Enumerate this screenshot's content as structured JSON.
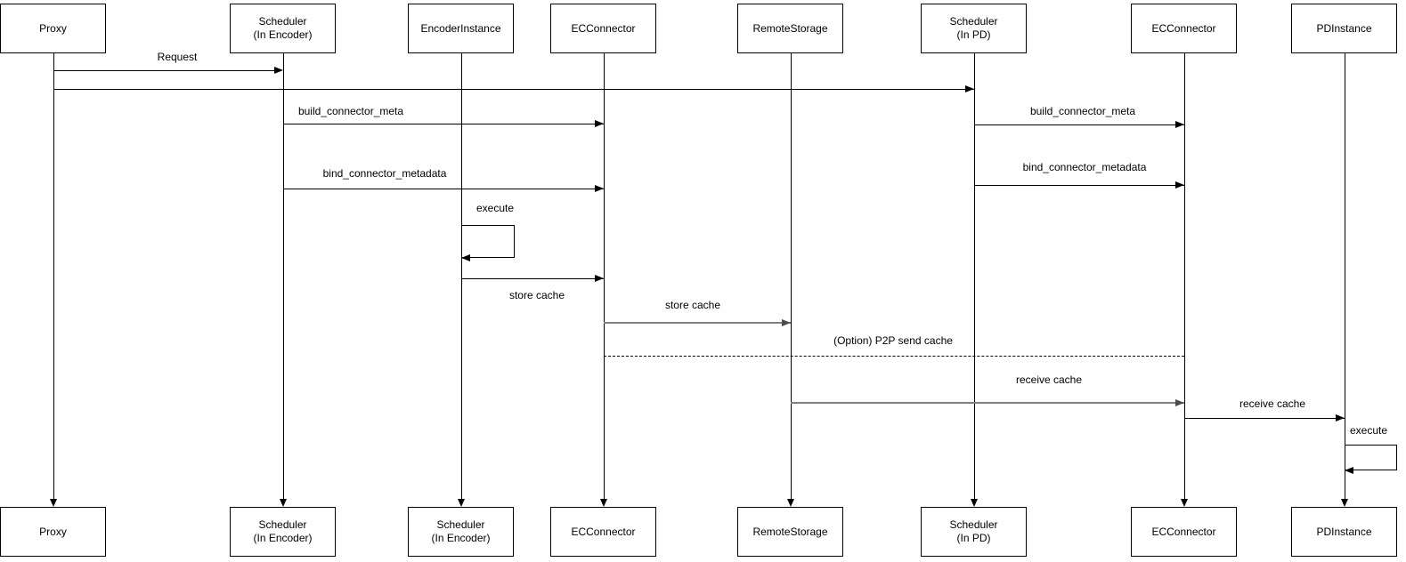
{
  "diagram": {
    "type": "sequence-diagram",
    "participants": [
      {
        "top_label": "Proxy",
        "bottom_label": "Proxy"
      },
      {
        "top_label": "Scheduler\n(In Encoder)",
        "bottom_label": "Scheduler\n(In Encoder)"
      },
      {
        "top_label": "EncoderInstance",
        "bottom_label": "Scheduler\n(In Encoder)"
      },
      {
        "top_label": "ECConnector",
        "bottom_label": "ECConnector"
      },
      {
        "top_label": "RemoteStorage",
        "bottom_label": "RemoteStorage"
      },
      {
        "top_label": "Scheduler\n(In PD)",
        "bottom_label": "Scheduler\n(In PD)"
      },
      {
        "top_label": "ECConnector",
        "bottom_label": "ECConnector"
      },
      {
        "top_label": "PDInstance",
        "bottom_label": "PDInstance"
      }
    ],
    "messages": {
      "request": "Request",
      "build_connector_meta_left": "build_connector_meta",
      "build_connector_meta_right": "build_connector_meta",
      "bind_connector_metadata_left": "bind_connector_metadata",
      "bind_connector_metadata_right": "bind_connector_metadata",
      "execute_encoder": "execute",
      "store_cache_encoder": "store cache",
      "store_cache_remote": "store cache",
      "p2p_option": "(Option) P2P send cache",
      "receive_cache_remote": "receive cache",
      "receive_cache_pd": "receive cache",
      "execute_pd": "execute"
    },
    "colors": {
      "line": "#000000",
      "gray_line": "#808080",
      "background": "#ffffff",
      "box_fill": "#ffffff"
    }
  }
}
